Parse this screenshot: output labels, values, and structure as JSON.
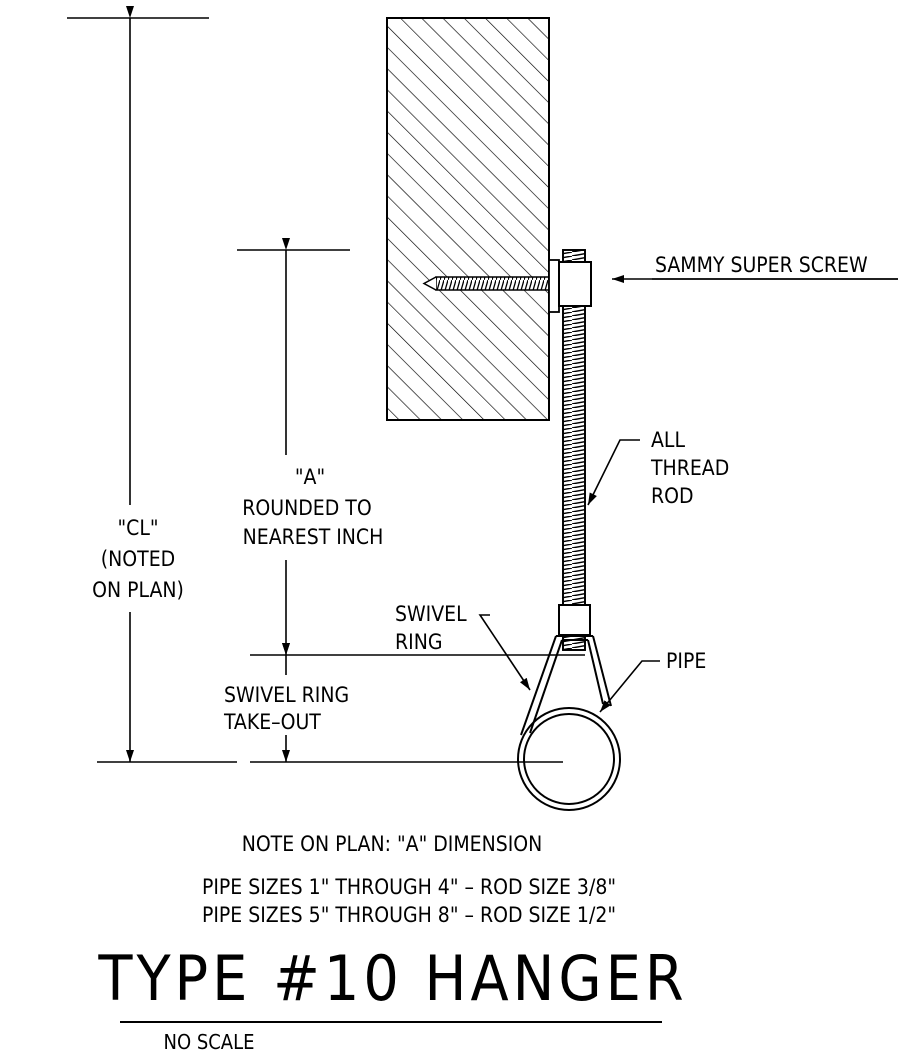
{
  "labels": {
    "screw": "SAMMY SUPER SCREW",
    "rod": [
      "ALL",
      "THREAD",
      "ROD"
    ],
    "swivel_ring": [
      "SWIVEL",
      "RING"
    ],
    "pipe": "PIPE",
    "dim_a": [
      "\"A\"",
      "ROUNDED TO",
      "NEAREST INCH"
    ],
    "dim_cl": [
      "\"CL\"",
      "(NOTED",
      "ON PLAN)"
    ],
    "takeout": [
      "SWIVEL RING",
      "TAKE–OUT"
    ]
  },
  "notes": {
    "note_on_plan": "NOTE ON PLAN:  \"A\" DIMENSION",
    "pipe_sizes_1": "PIPE SIZES  1\" THROUGH 4\" – ROD SIZE 3/8\"",
    "pipe_sizes_2": "PIPE SIZES 5\" THROUGH 8\" – ROD SIZE 1/2\""
  },
  "title": {
    "main": "TYPE #10 HANGER",
    "scale": "NO SCALE"
  }
}
